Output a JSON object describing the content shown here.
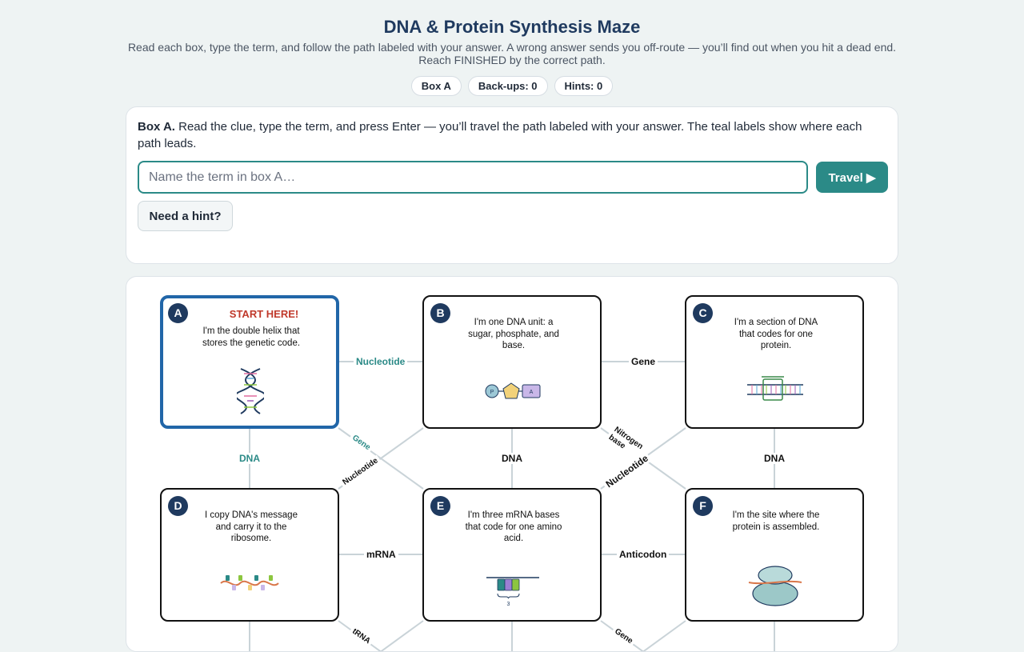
{
  "header": {
    "title": "DNA & Protein Synthesis Maze",
    "subtitle": "Read each box, type the term, and follow the path labeled with your answer. A wrong answer sends you off-route — you’ll find out when you hit a dead end. Reach FINISHED by the correct path."
  },
  "status": {
    "box": "Box A",
    "backups": "Back-ups: 0",
    "hints": "Hints: 0"
  },
  "panel": {
    "box_label": "Box A.",
    "instructions": "Read the clue, type the term, and press Enter — you’ll travel the path labeled with your answer. The teal labels show where each path leads.",
    "input_placeholder": "Name the term in box A…",
    "input_value": "",
    "travel_label": "Travel ▶",
    "hint_label": "Need a hint?"
  },
  "maze": {
    "start_label": "START HERE!",
    "boxes": [
      {
        "letter": "A",
        "clue": "I'm the double helix that stores the genetic code.",
        "icon": "dna-helix-icon",
        "current": true
      },
      {
        "letter": "B",
        "clue": "I'm one DNA unit: a sugar, phosphate, and base.",
        "icon": "nucleotide-icon"
      },
      {
        "letter": "C",
        "clue": "I'm a section of DNA that codes for one protein.",
        "icon": "gene-icon"
      },
      {
        "letter": "D",
        "clue": "I copy DNA's message and carry it to the ribosome.",
        "icon": "mrna-icon"
      },
      {
        "letter": "E",
        "clue": "I'm three mRNA bases that code for one amino acid.",
        "icon": "codon-icon"
      },
      {
        "letter": "F",
        "clue": "I'm the site where the protein is assembled.",
        "icon": "ribosome-icon"
      }
    ],
    "path_labels": {
      "ab": "Nucleotide",
      "bc": "Gene",
      "ad": "DNA",
      "be": "DNA",
      "cf": "DNA",
      "de": "mRNA",
      "ef": "Anticodon",
      "ae_gene": "Gene",
      "bd_nucleotide": "Nucleotide",
      "bf_nitrogen": "Nitrogen base",
      "ce_nucleotide": "Nucleotide",
      "d_trna": "tRNA",
      "f_gene": "Gene"
    },
    "nucleotide_parts": {
      "phosphate": "P",
      "base": "A"
    },
    "codon_count": "3"
  },
  "colors": {
    "accent": "#2b8a87",
    "navy": "#1f3a5f",
    "current_border": "#2166a8",
    "start_red": "#c0392b"
  }
}
